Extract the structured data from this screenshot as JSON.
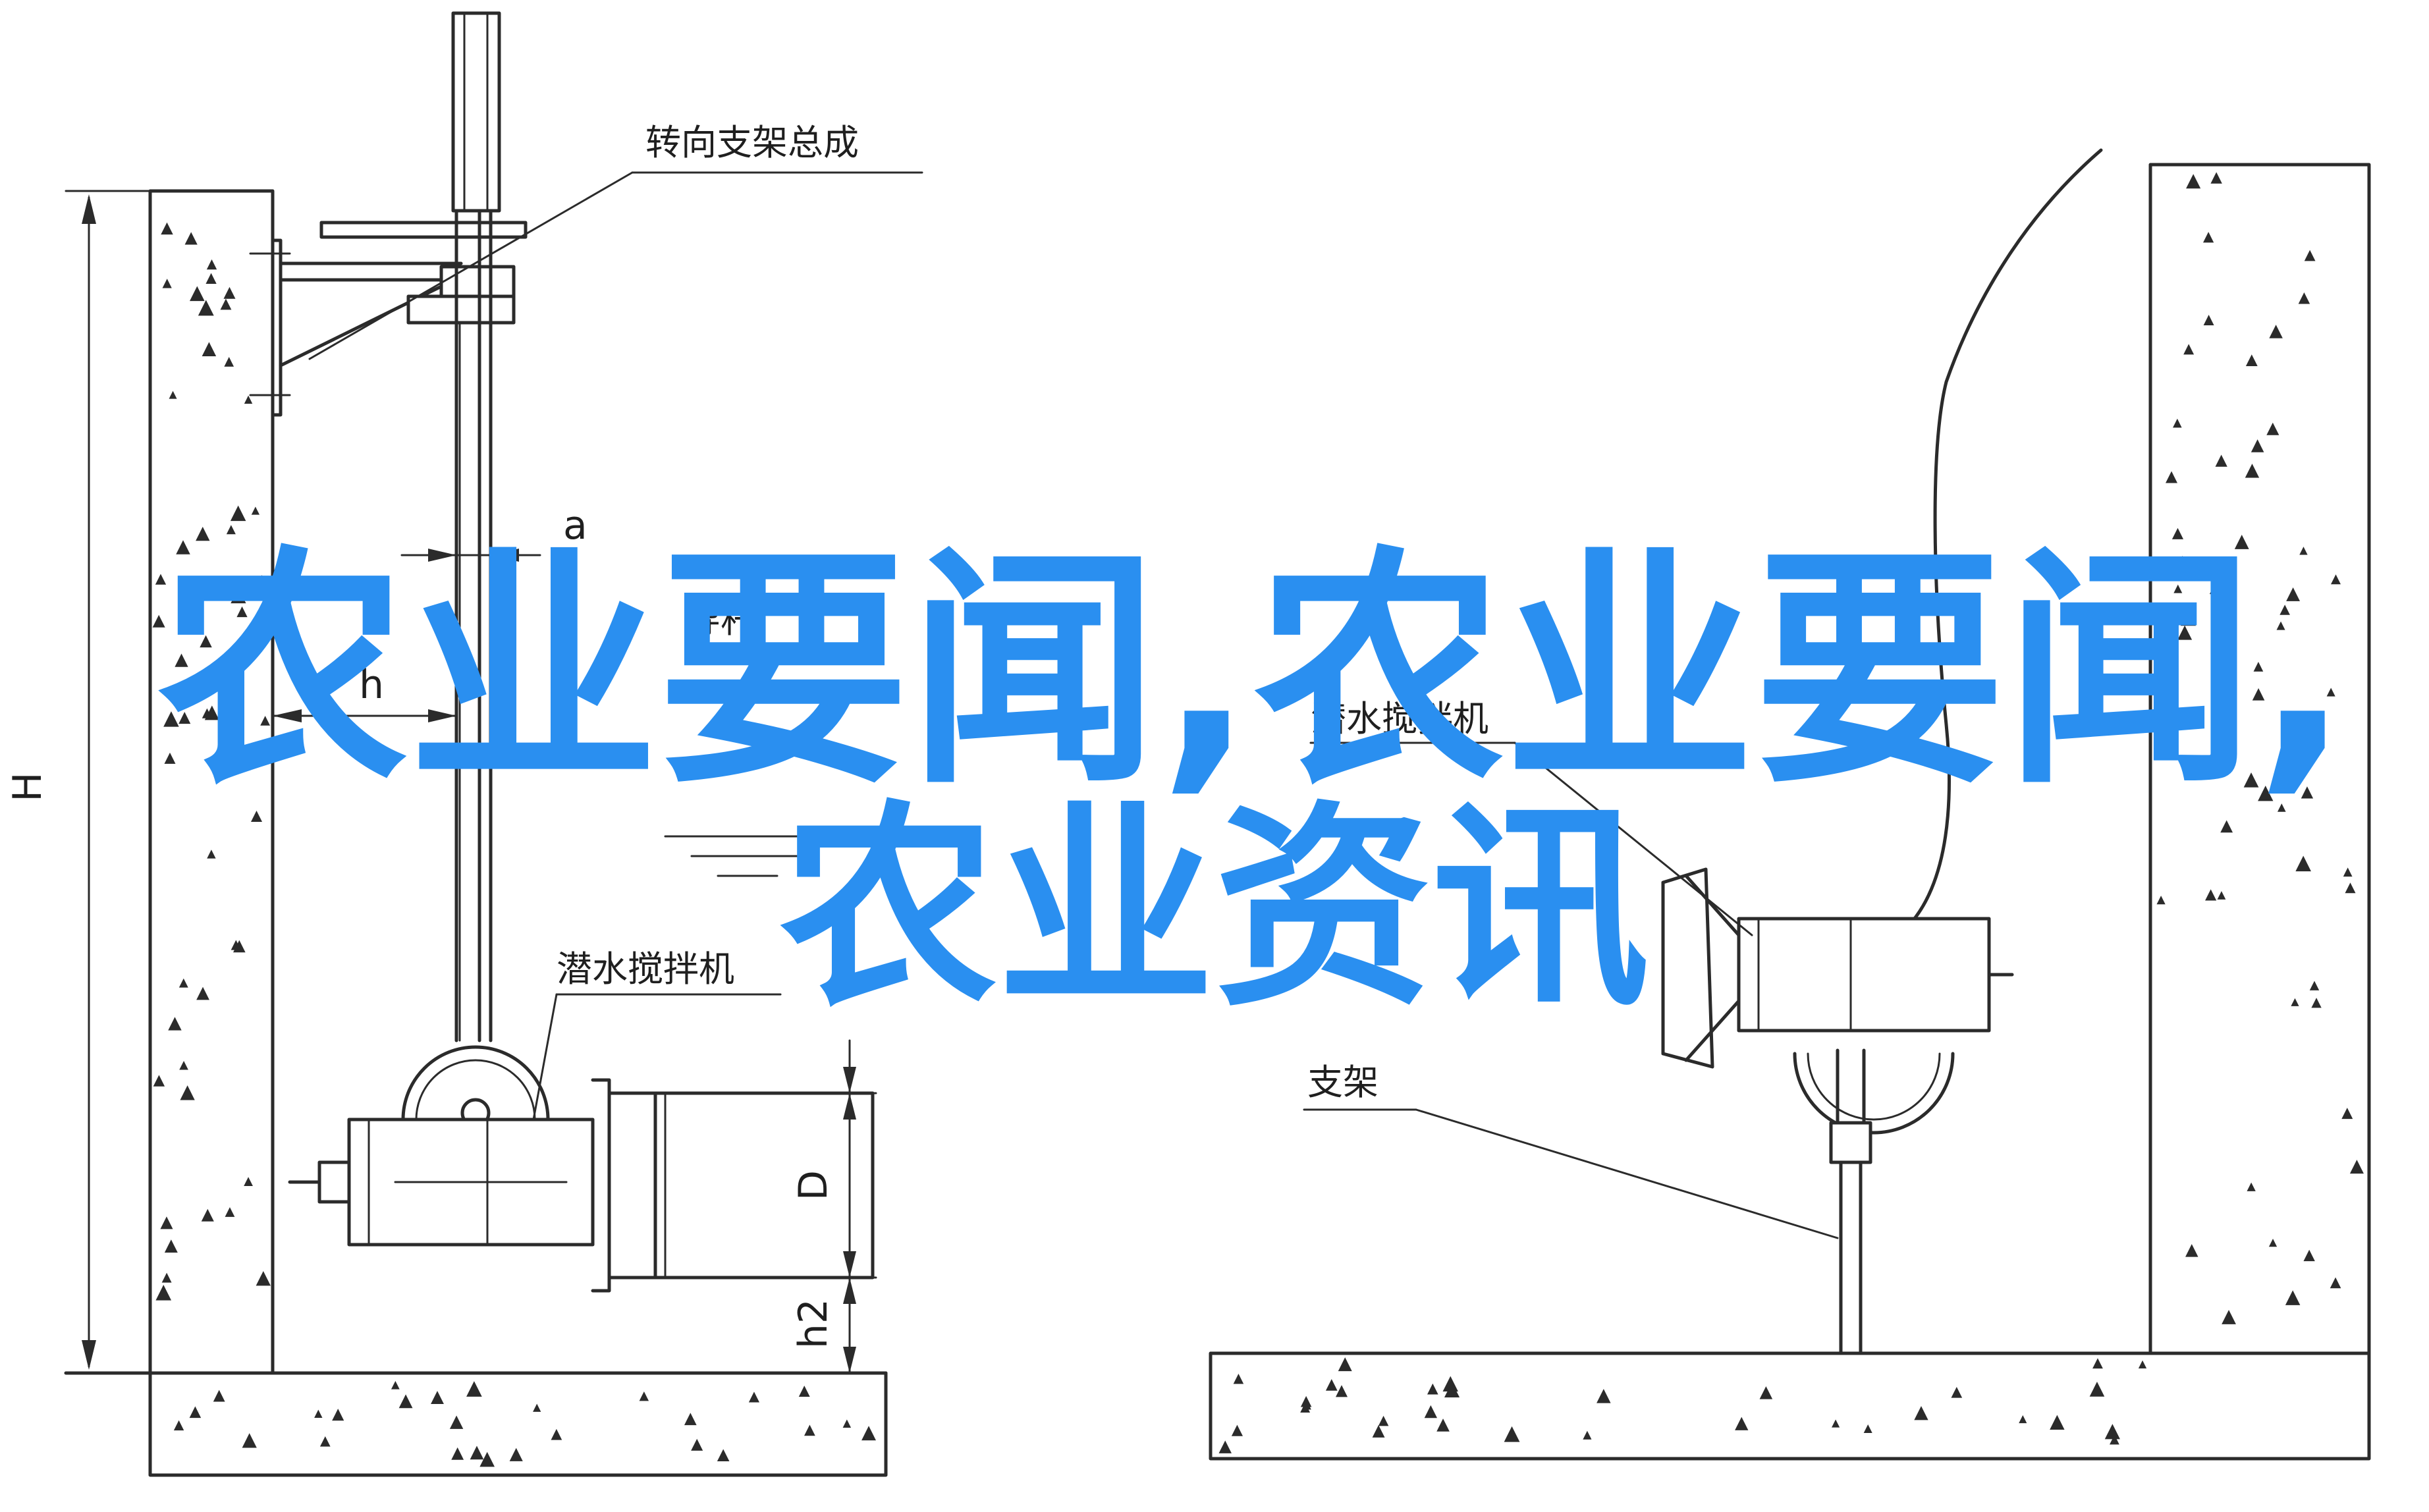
{
  "labels": {
    "steering_bracket": "转向支架总成",
    "guide_rod": "导杆",
    "mixer_top": "潜水搅拌机",
    "mixer_left": "潜水搅拌机",
    "bracket": "支架"
  },
  "dimensions": {
    "a": "a",
    "h": "h",
    "H": "H",
    "D": "D",
    "h2": "h2"
  },
  "overlay": {
    "line1": "农业要闻,农业要闻,",
    "line2": "农业资讯",
    "color": "#2a8ff0"
  }
}
